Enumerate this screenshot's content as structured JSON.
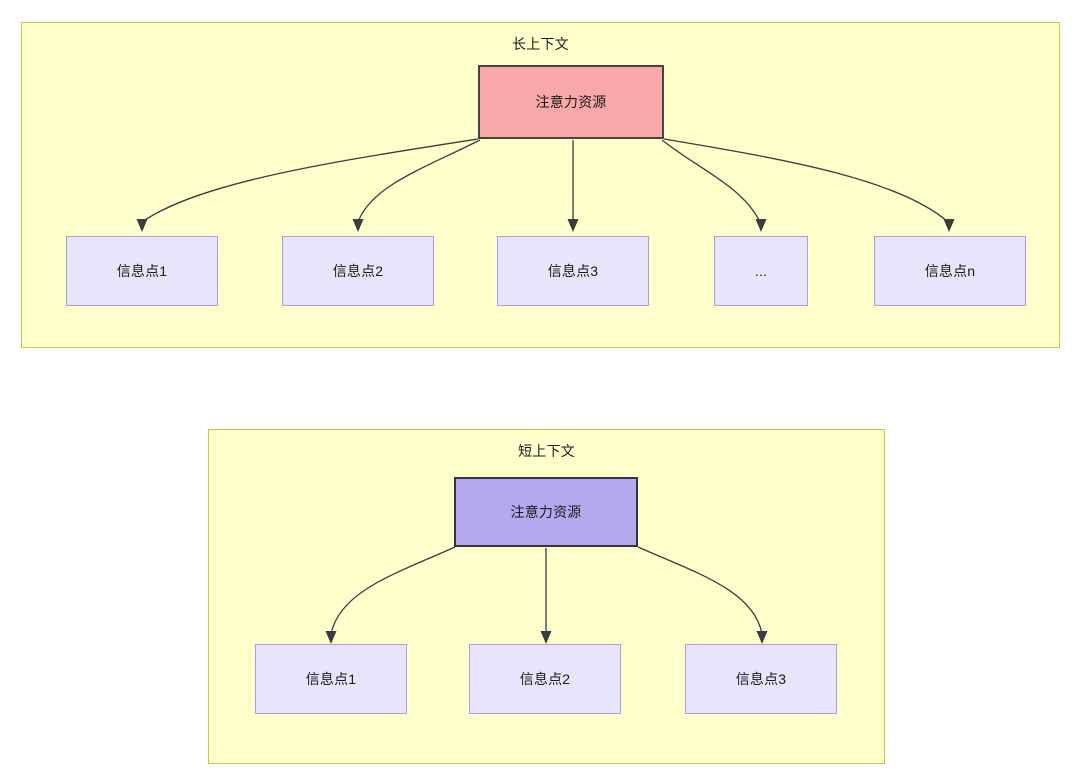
{
  "diagram": {
    "title_visible": false,
    "background": "#ffffff",
    "panels": [
      {
        "id": "long-context",
        "title": "长上下文",
        "fill": "#ffffcc",
        "border": "#c9c941",
        "root": {
          "label": "注意力资源",
          "fill": "#f8a8a8",
          "border": "#444444"
        },
        "children": [
          {
            "label": "信息点1"
          },
          {
            "label": "信息点2"
          },
          {
            "label": "信息点3"
          },
          {
            "label": "..."
          },
          {
            "label": "信息点n"
          }
        ],
        "child_fill": "#e8e4fb",
        "child_border": "#b09ae8"
      },
      {
        "id": "short-context",
        "title": "短上下文",
        "fill": "#ffffcc",
        "border": "#c9c941",
        "root": {
          "label": "注意力资源",
          "fill": "#b5a8ef",
          "border": "#333344"
        },
        "children": [
          {
            "label": "信息点1"
          },
          {
            "label": "信息点2"
          },
          {
            "label": "信息点3"
          }
        ],
        "child_fill": "#e8e4fb",
        "child_border": "#b09ae8"
      }
    ],
    "edge_color": "#3b3b44"
  }
}
